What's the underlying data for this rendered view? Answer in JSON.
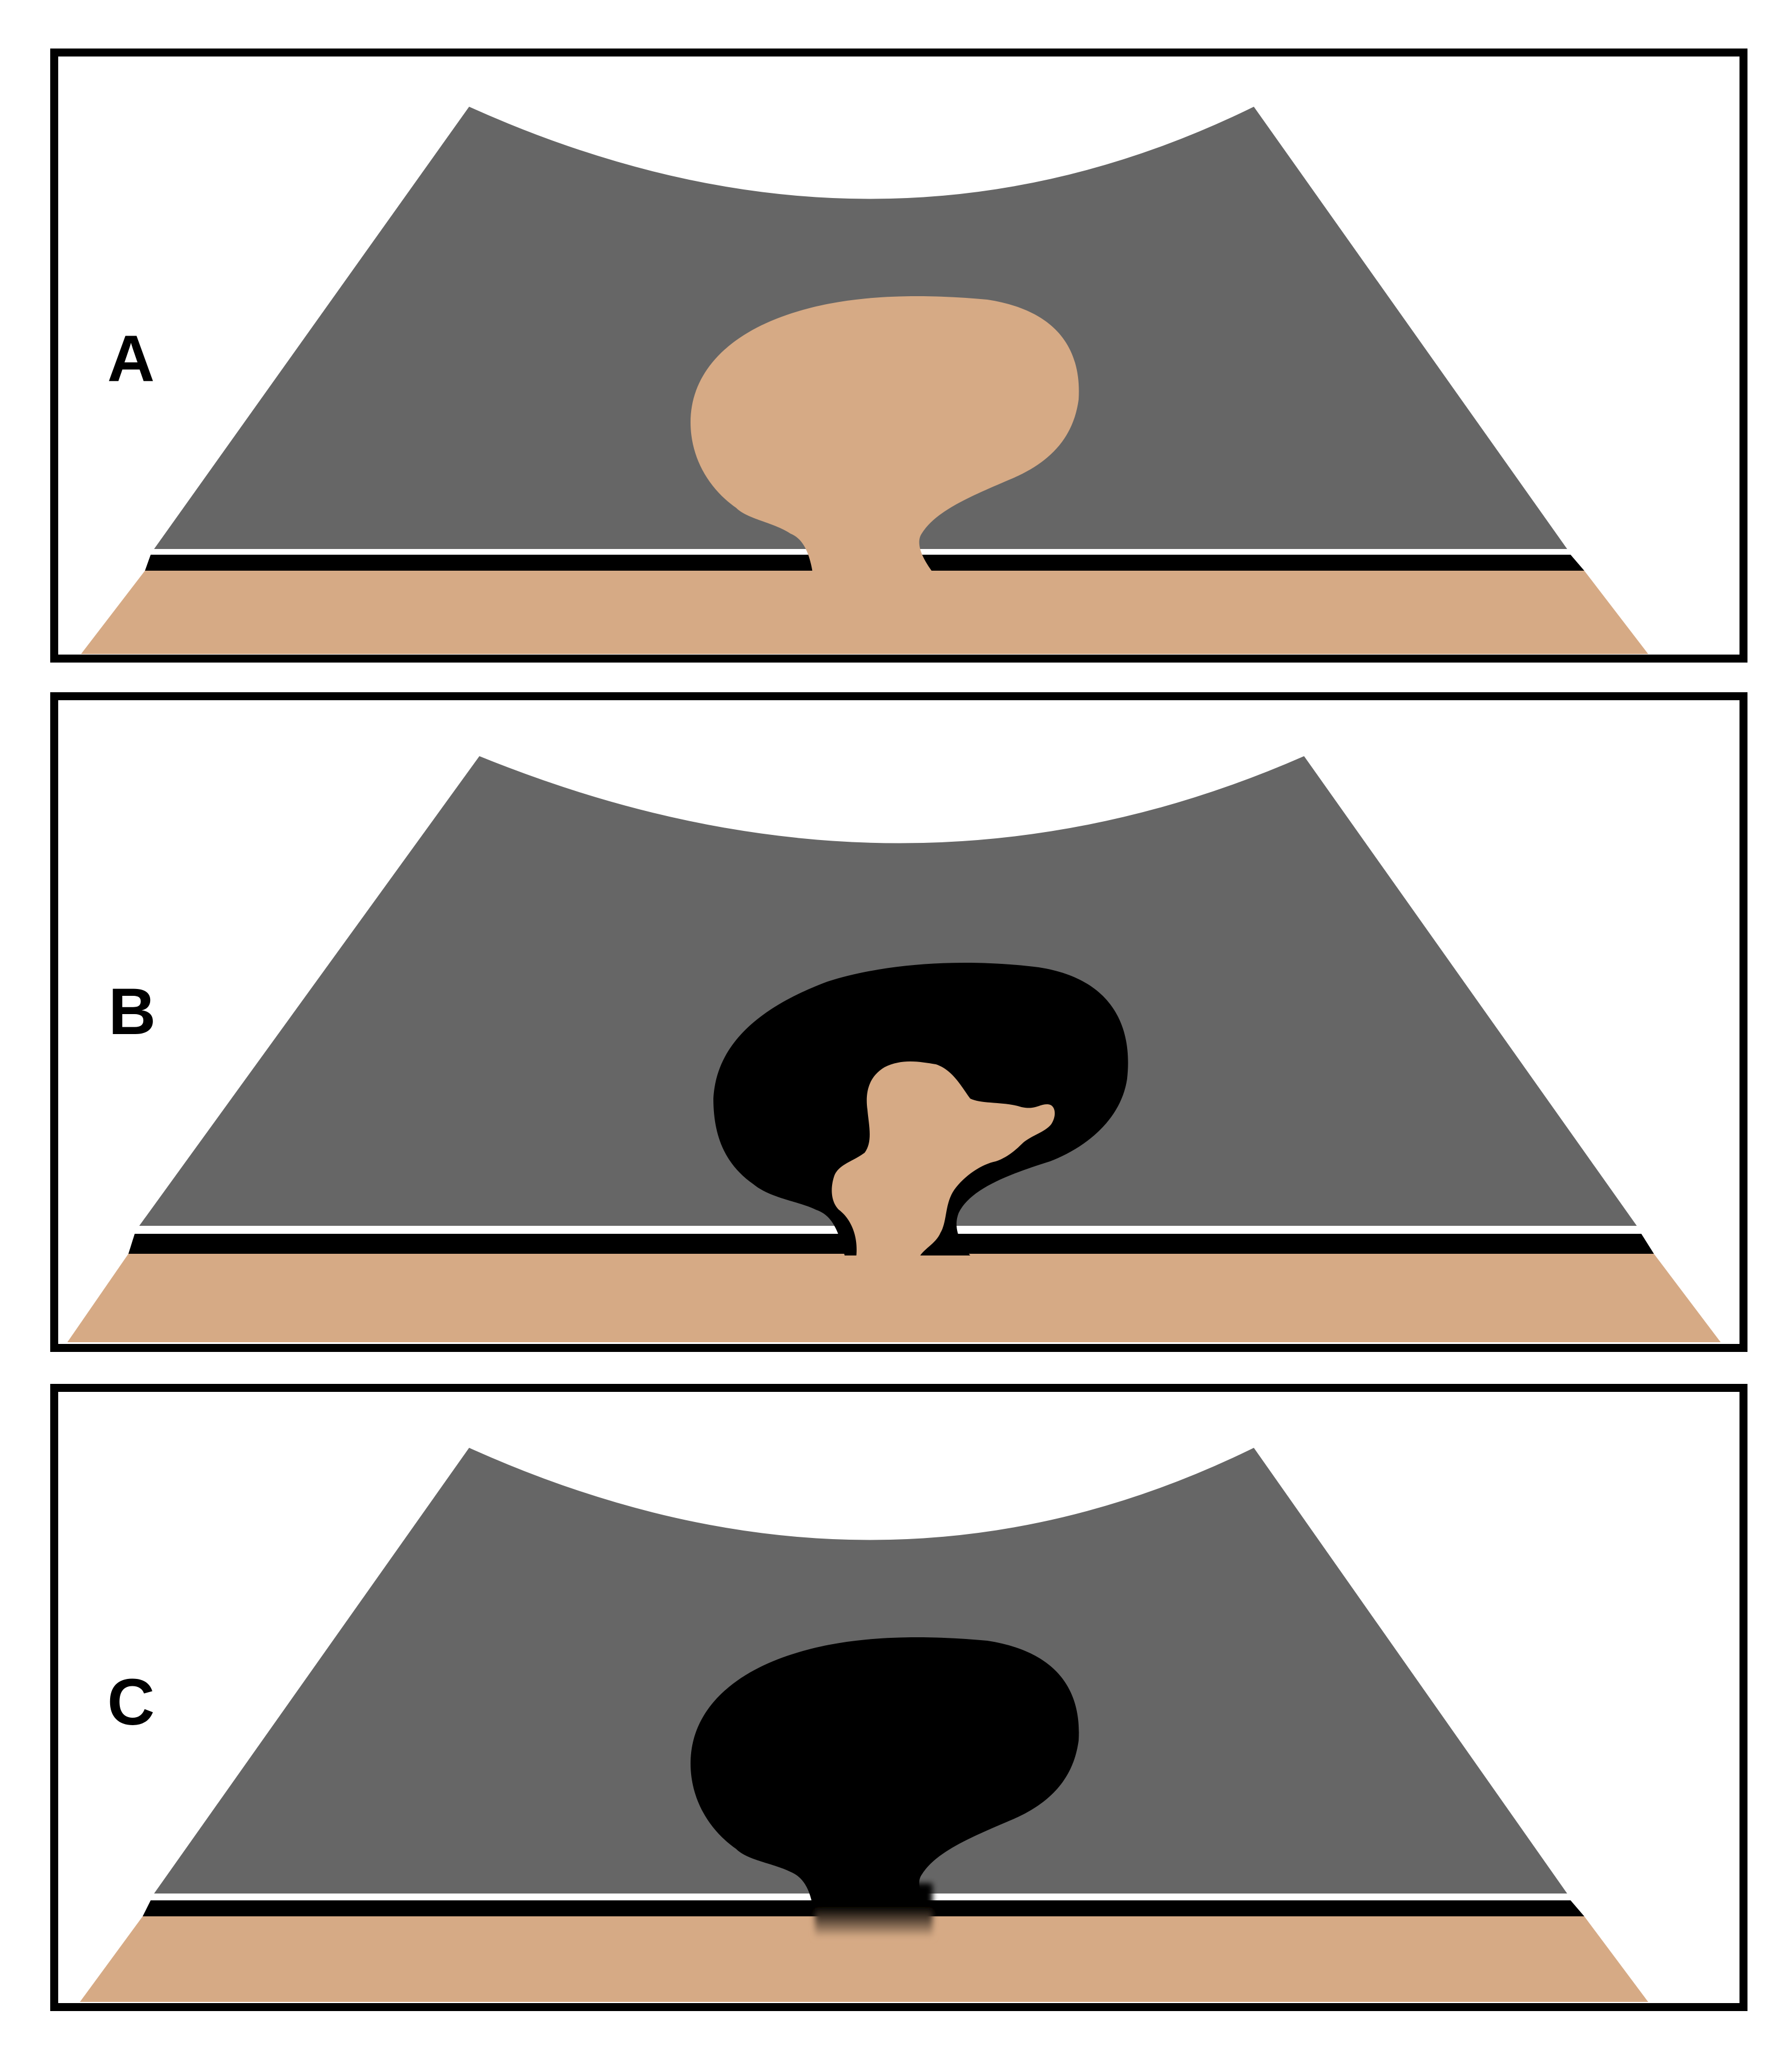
{
  "colors": {
    "background": "#ffffff",
    "frame": "#000000",
    "gray_body": "#666666",
    "tan_layer": "#d6aa85",
    "black_fill": "#000000",
    "white_line": "#ffffff"
  },
  "panels": [
    {
      "id": "A",
      "label": "A",
      "mass_fill": "tan",
      "inner_tan": false,
      "neck_fill": "tan"
    },
    {
      "id": "B",
      "label": "B",
      "mass_fill": "black",
      "inner_tan": true,
      "neck_fill": "tan"
    },
    {
      "id": "C",
      "label": "C",
      "mass_fill": "black",
      "inner_tan": false,
      "neck_fill": "black-fading"
    }
  ]
}
